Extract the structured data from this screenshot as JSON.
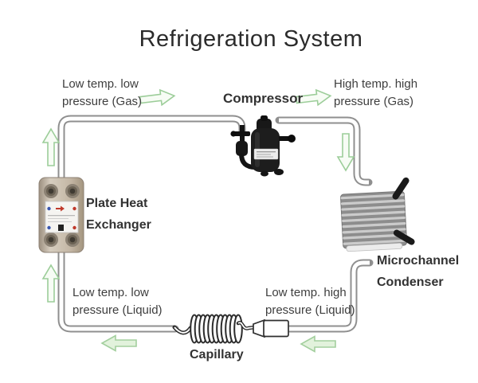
{
  "title": "Refrigeration System",
  "labels": {
    "compressor": "Compressor",
    "capillary": "Capillary",
    "plate_heat_exchanger": {
      "line1": "Plate Heat",
      "line2": "Exchanger"
    },
    "microchannel_condenser": {
      "line1": "Microchannel",
      "line2": "Condenser"
    },
    "flow_top_left": {
      "line1": "Low temp. low",
      "line2": "pressure (Gas)"
    },
    "flow_top_right": {
      "line1": "High temp. high",
      "line2": "pressure (Gas)"
    },
    "flow_bottom_left": {
      "line1": "Low temp. low",
      "line2": "pressure (Liquid)"
    },
    "flow_bottom_right": {
      "line1": "Low temp. high",
      "line2": "pressure (Liquid)"
    }
  },
  "flow_arrows": [
    {
      "direction": "right",
      "position": "top-left"
    },
    {
      "direction": "right",
      "position": "top-right"
    },
    {
      "direction": "up",
      "position": "left-upper"
    },
    {
      "direction": "up",
      "position": "left-lower"
    },
    {
      "direction": "down",
      "position": "right-upper"
    },
    {
      "direction": "left",
      "position": "bottom-left"
    },
    {
      "direction": "left",
      "position": "bottom-right"
    }
  ],
  "colors": {
    "arrow_green_stroke": "#9ccd99",
    "arrow_fill_light": "#f7fcf5",
    "arrow_fill_green": "#e2f2dc",
    "pipe_gray": "#8f8f8f",
    "text_dark": "#3e3e3e",
    "component_black": "#1d1d1d"
  }
}
